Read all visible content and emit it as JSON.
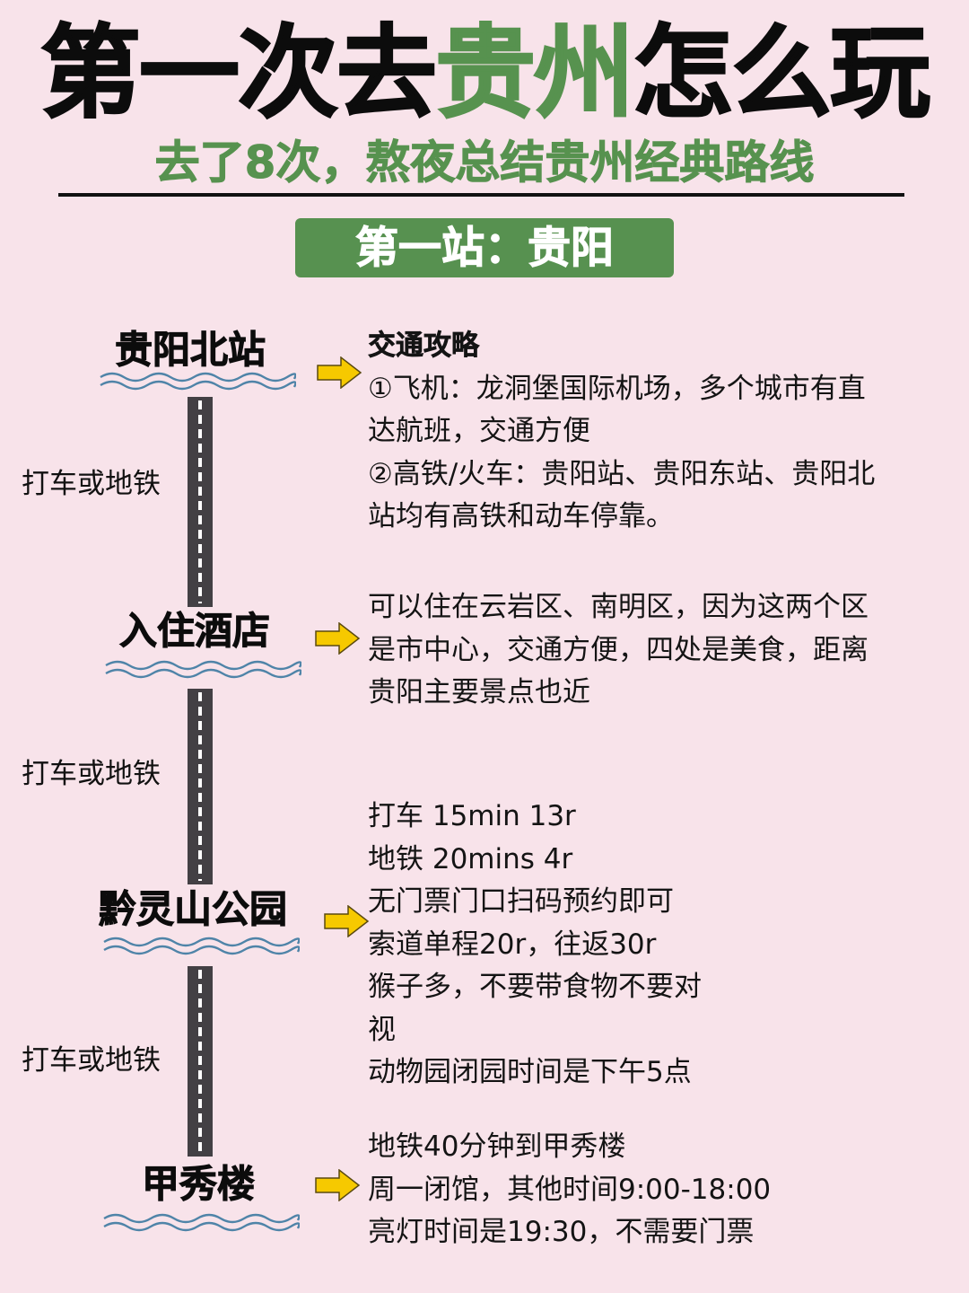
{
  "header": {
    "title_prefix": "第一次去",
    "title_accent": "贵州",
    "title_suffix": "怎么玩",
    "subtitle": "去了8次，熬夜总结贵州经典路线",
    "stage_badge": "第一站：贵阳"
  },
  "colors": {
    "background": "#f8e3ea",
    "accent_green": "#579150",
    "road": "#434044",
    "arrow_fill": "#f6c900",
    "wave": "#4f84a8"
  },
  "icons": {
    "arrow": "right-arrow-icon",
    "wave": "wave-icon",
    "road": "road-icon"
  },
  "route": {
    "stops": [
      {
        "name": "贵阳北站",
        "info": [
          "交通攻略",
          "①飞机：龙洞堡国际机场，多个城市有直",
          "达航班，交通方便",
          "②高铁/火车：贵阳站、贵阳东站、贵阳北",
          "站均有高铁和动车停靠。"
        ]
      },
      {
        "name": "入住酒店",
        "info": [
          "可以住在云岩区、南明区，因为这两个区",
          "是市中心，交通方便，四处是美食，距离",
          "贵阳主要景点也近"
        ]
      },
      {
        "name": "黔灵山公园",
        "info": [
          "打车 15min 13r",
          "地铁 20mins 4r",
          "无门票门口扫码预约即可",
          "索道单程20r，往返30r",
          "猴子多，不要带食物不要对",
          "视",
          "动物园闭园时间是下午5点"
        ]
      },
      {
        "name": "甲秀楼",
        "info": [
          "地铁40分钟到甲秀楼",
          "周一闭馆，其他时间9:00-18:00",
          "亮灯时间是19:30，不需要门票"
        ]
      }
    ],
    "transports": [
      "打车或地铁",
      "打车或地铁",
      "打车或地铁"
    ]
  }
}
